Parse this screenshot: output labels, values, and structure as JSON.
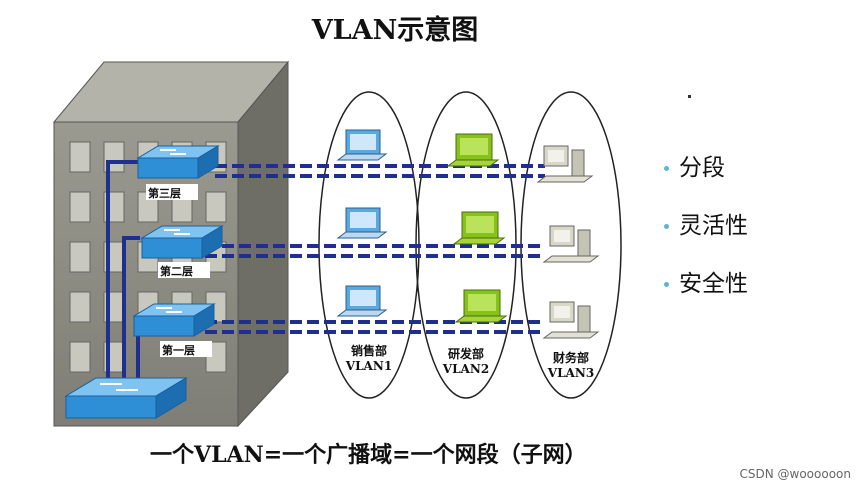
{
  "title": "VLAN示意图",
  "floors": [
    "第三层",
    "第二层",
    "第一层"
  ],
  "groups": [
    {
      "dept": "销售部",
      "vlan": "VLAN1"
    },
    {
      "dept": "研发部",
      "vlan": "VLAN2"
    },
    {
      "dept": "财务部",
      "vlan": "VLAN3"
    }
  ],
  "features": [
    "分段",
    "灵活性",
    "安全性"
  ],
  "caption": "一个VLAN=一个广播域=一个网段（子网）",
  "watermark": "CSDN @woooooon",
  "colors": {
    "switch": "#2e8fd6",
    "cable": "#1f2f8f",
    "pc_blue": "#5aa8e0",
    "pc_green": "#86c21a",
    "pc_gray": "#d8d8c8",
    "building": "#8a8a80"
  }
}
